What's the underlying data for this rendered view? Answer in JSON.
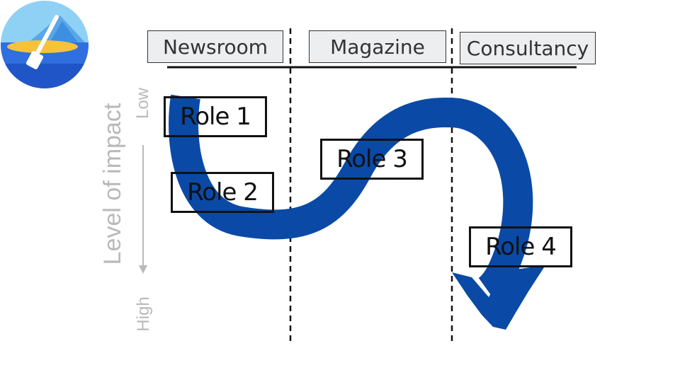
{
  "columns": [
    {
      "label": "Newsroom"
    },
    {
      "label": "Magazine"
    },
    {
      "label": "Consultancy"
    }
  ],
  "roles": [
    {
      "label": "Role 1"
    },
    {
      "label": "Role 2"
    },
    {
      "label": "Role 3"
    },
    {
      "label": "Role 4"
    }
  ],
  "axis": {
    "title": "Level of impact",
    "low": "Low",
    "high": "High"
  },
  "colors": {
    "arrow": "#0a4aa6",
    "axis_text": "#b9b9b9",
    "header_fill": "#eceeef",
    "logo_sky": "#8fd0f5",
    "logo_water": "#2f6fe0",
    "logo_sand": "#f6c23a"
  },
  "icons": {
    "logo": "paddle-boat-logo-icon",
    "axis_arrow": "arrow-down-icon"
  }
}
